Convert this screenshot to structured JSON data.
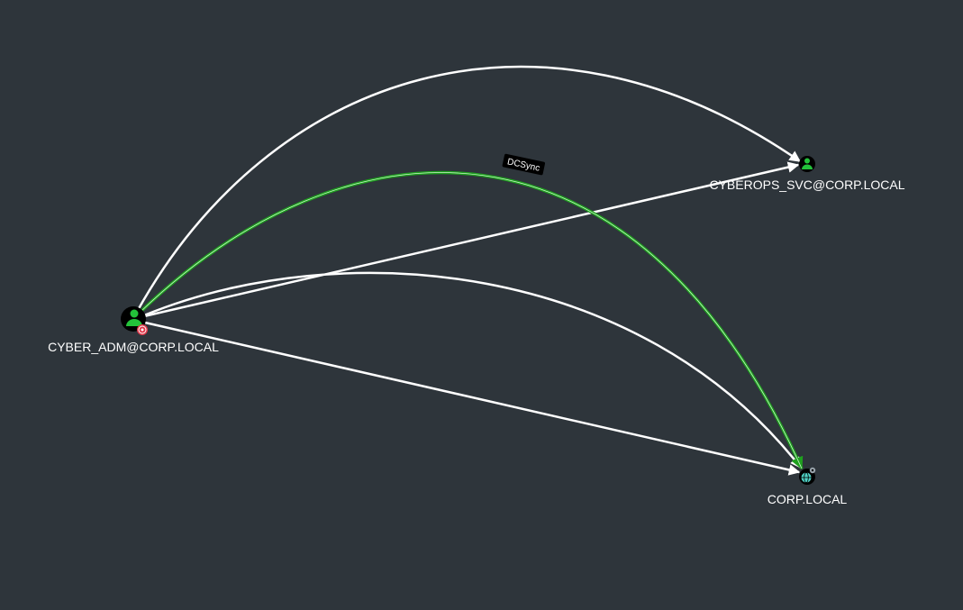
{
  "nodes": [
    {
      "id": "cyber_adm",
      "label": "CYBER_ADM@CORP.LOCAL",
      "type": "User",
      "highlighted": true,
      "icon": "user-icon",
      "badge": "target-icon"
    },
    {
      "id": "cyberops_svc",
      "label": "CYBEROPS_SVC@CORP.LOCAL",
      "type": "User",
      "highlighted": false,
      "icon": "user-icon"
    },
    {
      "id": "corp_local",
      "label": "CORP.LOCAL",
      "type": "Domain",
      "highlighted": false,
      "icon": "globe-icon",
      "badge": "gear-icon"
    }
  ],
  "edges": [
    {
      "from": "cyber_adm",
      "to": "cyberops_svc",
      "label": "",
      "shape": "arc",
      "color": "#ffffff"
    },
    {
      "from": "cyber_adm",
      "to": "cyberops_svc",
      "label": "",
      "shape": "straight",
      "color": "#ffffff"
    },
    {
      "from": "cyber_adm",
      "to": "corp_local",
      "label": "DCSync",
      "shape": "arc",
      "color": "#1fa01f"
    },
    {
      "from": "cyber_adm",
      "to": "corp_local",
      "label": "",
      "shape": "arc",
      "color": "#ffffff"
    },
    {
      "from": "cyber_adm",
      "to": "corp_local",
      "label": "",
      "shape": "straight",
      "color": "#ffffff"
    }
  ],
  "colors": {
    "background": "#2e353b",
    "user_node": "#23c13a",
    "domain_node": "#4fd1c5",
    "highlight_edge": "#1fa01f",
    "edge": "#ffffff",
    "target_badge": "#e0384a"
  }
}
